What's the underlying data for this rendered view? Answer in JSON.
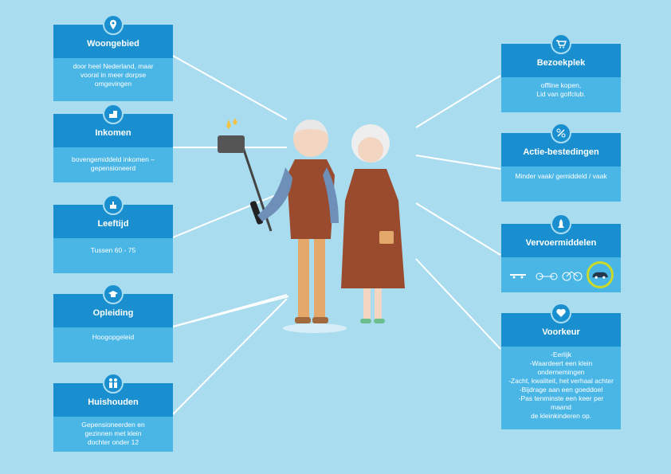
{
  "left_cards": [
    {
      "title": "Woongebied",
      "text": "door heel Nederland, maar\nvooral in meer dorpse\nomgevingen",
      "icon": "location-pin-icon"
    },
    {
      "title": "Inkomen",
      "text": "bovengemiddeld inkomen –\ngepensioneerd",
      "icon": "coins-icon"
    },
    {
      "title": "Leeftijd",
      "text": "Tussen 60 - 75",
      "icon": "birthday-cake-icon"
    },
    {
      "title": "Opleiding",
      "text": "Hoogopgeleid",
      "icon": "graduation-cap-icon"
    },
    {
      "title": "Huishouden",
      "text": "Gepensioneerden en\ngezinnen met klein\ndochter onder 12",
      "icon": "family-icon"
    }
  ],
  "right_cards": [
    {
      "title": "Bezoekplek",
      "text": "offline kopen,\nLid van golfclub.",
      "icon": "shopping-cart-icon"
    },
    {
      "title": "Actie-bestedingen",
      "text": "Minder vaak/ gemiddeld / vaak",
      "icon": "percent-icon"
    },
    {
      "title": "Vervoermiddelen",
      "text": "",
      "icon": "rocket-icon"
    },
    {
      "title": "Voorkeur",
      "text": "-Eerlijk\n-Waardeert een klein\nondernemingen\n-Zacht, kwaliteit, het verhaal achter\n-Bijdrage aan een goeddoel\n-Pas tenminste een keer per maand\nde kleinkinderen op.",
      "icon": "heart-icon"
    }
  ],
  "transport_icons": [
    "skateboard-icon",
    "tandem-bike-icon",
    "bicycle-icon",
    "car-icon"
  ],
  "colors": {
    "background": "#a9dcef",
    "header": "#1a8fd0",
    "body": "#4ab6e6",
    "highlight": "#c8d92c"
  }
}
